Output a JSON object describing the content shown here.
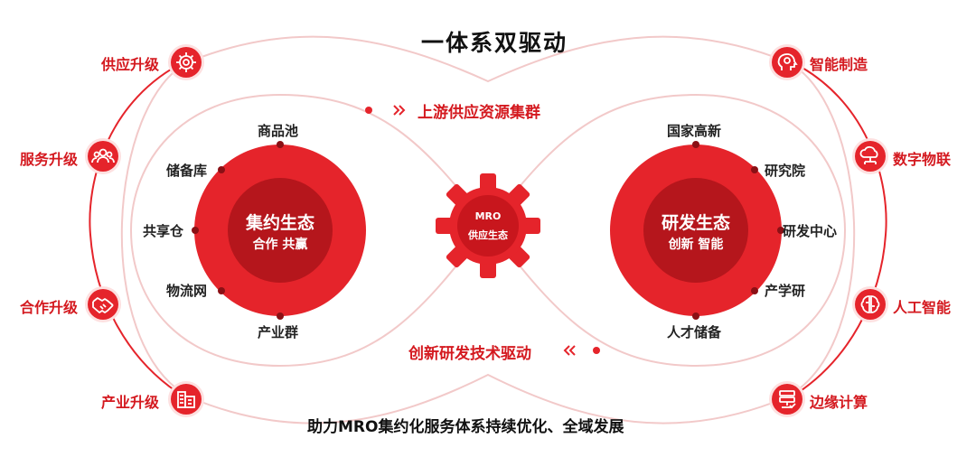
{
  "title": "一体系双驱动",
  "footer": "助力MRO集约化服务体系持续优化、全域发展",
  "top_flow": "上游供应资源集群",
  "bottom_flow": "创新研发技术驱动",
  "center_gear": {
    "line1": "MRO",
    "line2": "供应生态"
  },
  "left_ecosystem": {
    "main": "集约生态",
    "sub": "合作 共赢",
    "nodes": [
      "商品池",
      "储备库",
      "共享仓",
      "物流网",
      "产业群"
    ]
  },
  "right_ecosystem": {
    "main": "研发生态",
    "sub": "创新 智能",
    "nodes": [
      "国家高新",
      "研究院",
      "研发中心",
      "产学研",
      "人才储备"
    ]
  },
  "left_upgrades": [
    {
      "label": "供应升级",
      "icon": "supply-chip-icon"
    },
    {
      "label": "服务升级",
      "icon": "service-people-icon"
    },
    {
      "label": "合作升级",
      "icon": "handshake-icon"
    },
    {
      "label": "产业升级",
      "icon": "industry-buildings-icon"
    }
  ],
  "right_upgrades": [
    {
      "label": "智能制造",
      "icon": "smart-head-gear-icon"
    },
    {
      "label": "数字物联",
      "icon": "cloud-iot-icon"
    },
    {
      "label": "人工智能",
      "icon": "ai-brain-icon"
    },
    {
      "label": "边缘计算",
      "icon": "edge-computing-icon"
    }
  ],
  "colors": {
    "primary_red": "#e5242b",
    "dark_red": "#c8161d",
    "center_red": "#b5161c",
    "light_ring": "#f2c9c9"
  }
}
